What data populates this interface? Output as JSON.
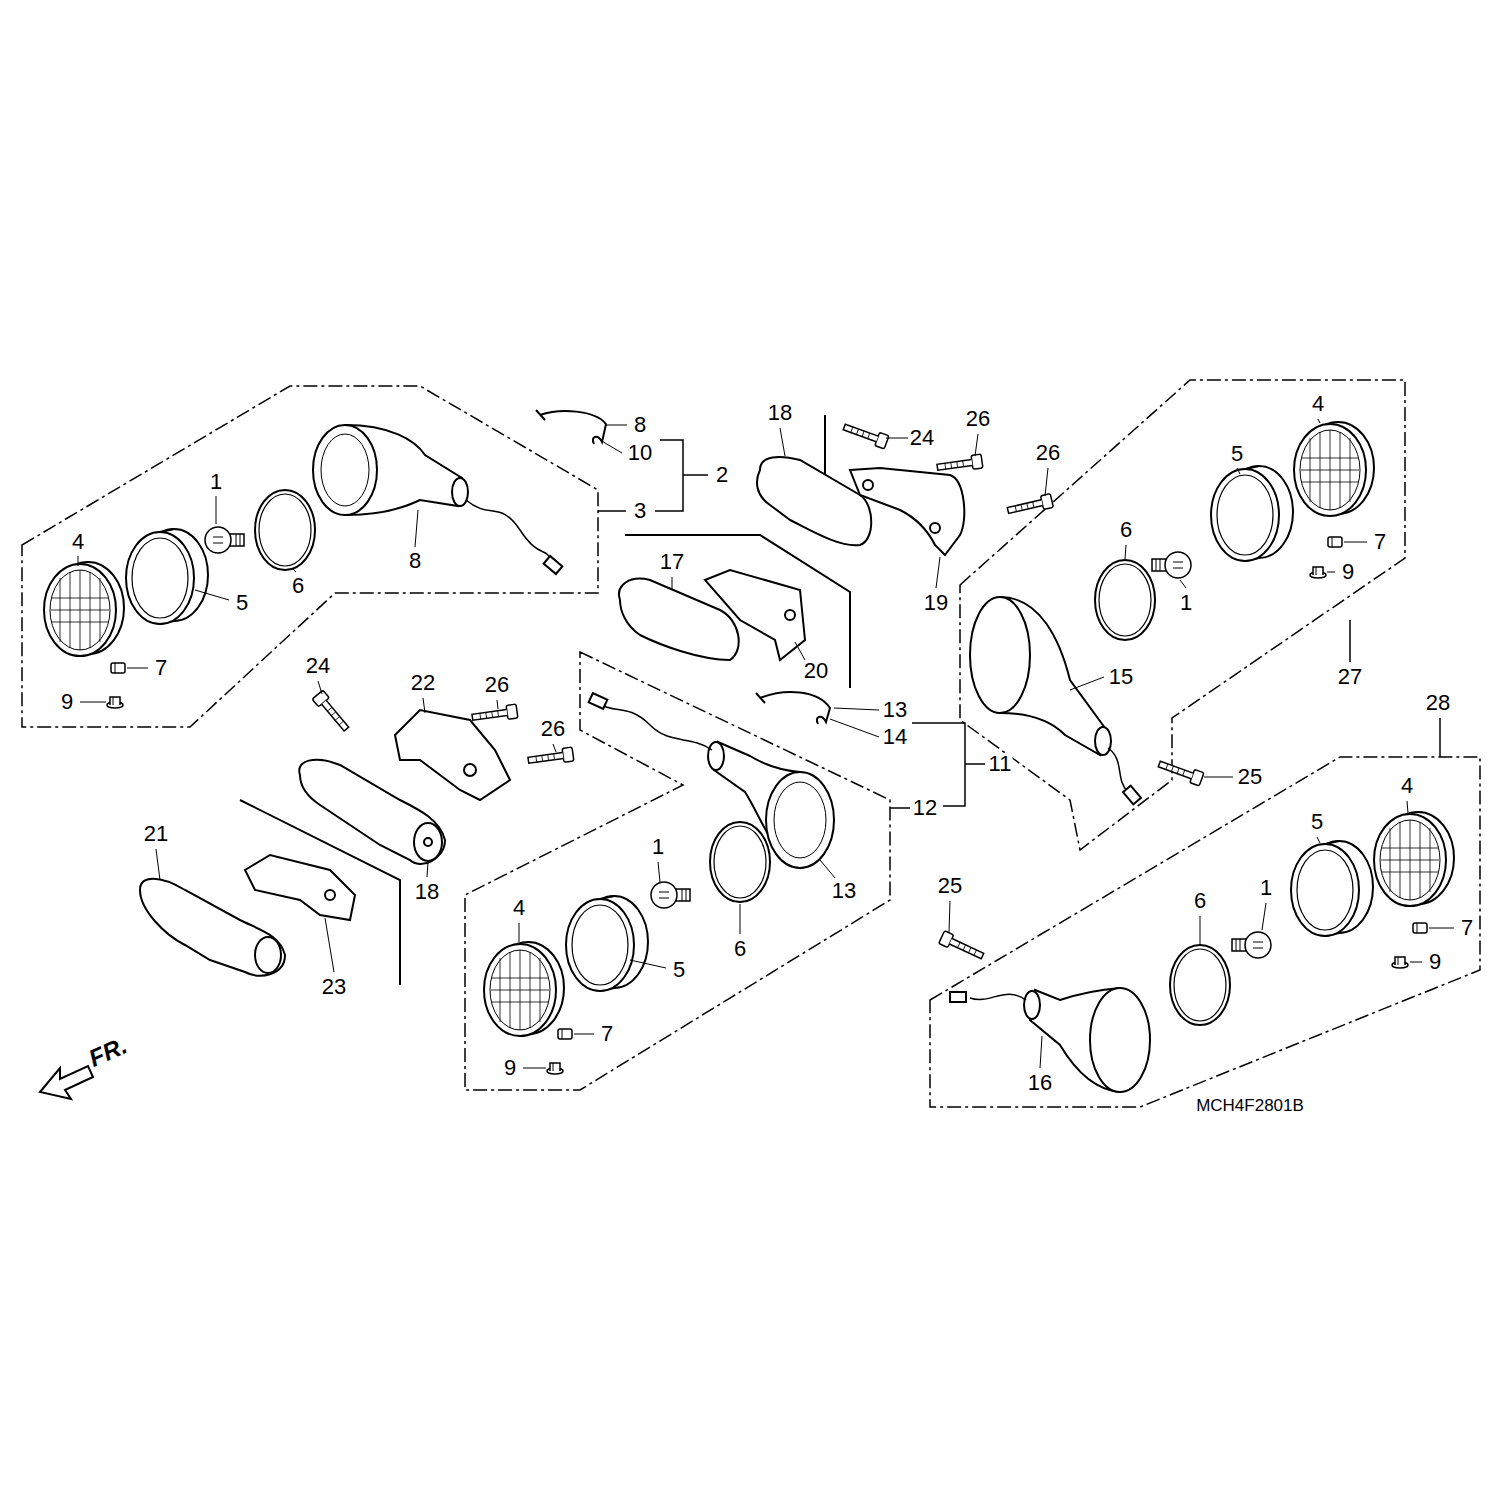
{
  "diagram": {
    "labels": [
      "8",
      "10",
      "2",
      "3",
      "1",
      "4",
      "5",
      "6",
      "8",
      "7",
      "9",
      "18",
      "24",
      "26",
      "26",
      "19",
      "17",
      "20",
      "13",
      "14",
      "11",
      "12",
      "24",
      "22",
      "26",
      "26",
      "18",
      "21",
      "23",
      "1",
      "4",
      "5",
      "6",
      "13",
      "7",
      "9",
      "4",
      "5",
      "6",
      "1",
      "7",
      "9",
      "15",
      "27",
      "25",
      "28",
      "4",
      "5",
      "1",
      "6",
      "25",
      "7",
      "9",
      "16",
      "FR.",
      "MCH4F2801B"
    ]
  }
}
